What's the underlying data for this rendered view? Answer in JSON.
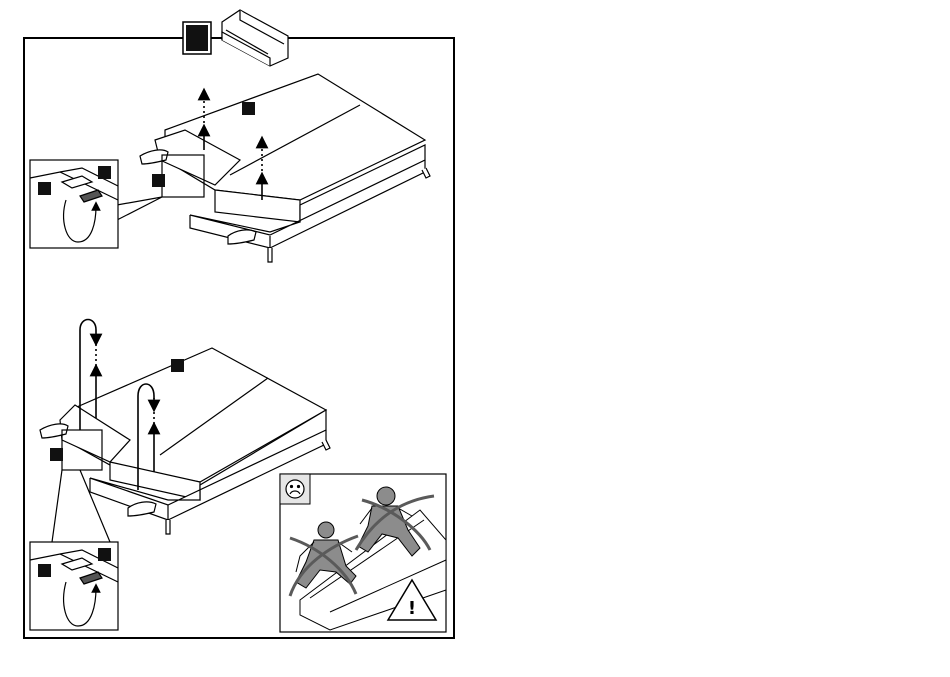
{
  "header": {
    "step_badge": "",
    "sofa_icon": "sofa-icon"
  },
  "panels": [
    {
      "name": "top-panel",
      "markers": [
        "",
        "",
        "",
        ""
      ],
      "arrows": 2
    },
    {
      "name": "bottom-panel",
      "markers": [
        "",
        "",
        ""
      ],
      "arrows": 2
    }
  ],
  "warning_panel": {
    "face_icon": "sad-face-icon",
    "warning_icon": "warning-triangle-icon",
    "warning_symbol": "!"
  },
  "colors": {
    "line": "#000000",
    "background": "#ffffff",
    "figure_fill": "#8c8c8c",
    "cross": "#5a5a5a",
    "warning_bg": "#e6e6e6"
  }
}
